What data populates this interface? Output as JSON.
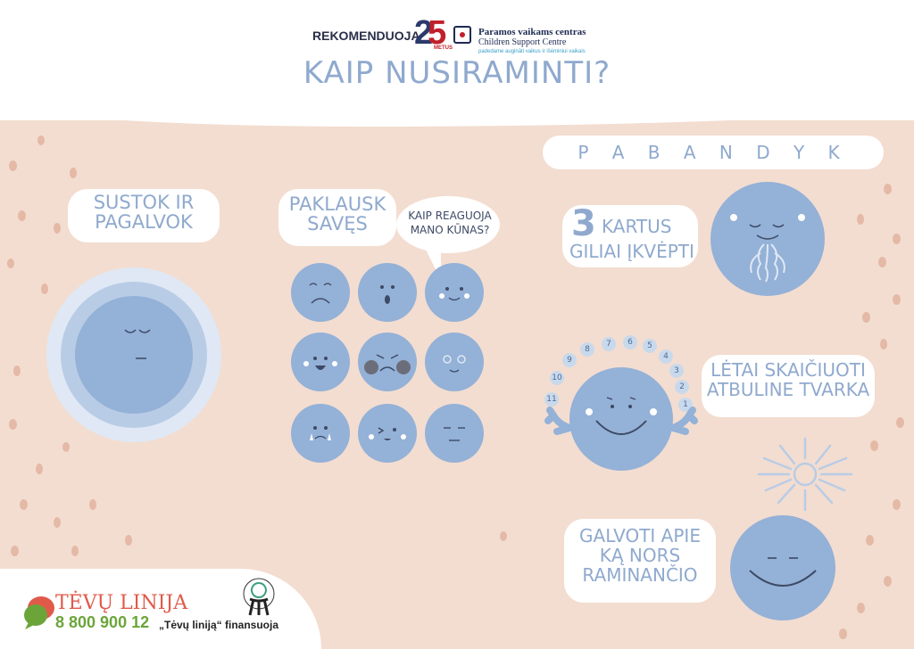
{
  "header": {
    "recommend": "REKOMENDUOJA",
    "logo_number": "25",
    "logo_metus": "METUS",
    "org_name_lt": "Paramos vaikams centras",
    "org_name_en": "Children Support Centre",
    "org_tagline": "padedame augināti vaikus ir išėminiui vaikais",
    "title": "KAIP NUSIRAMINTI?"
  },
  "left": {
    "stop_label": "SUSTOK IR\nPAGALVOK"
  },
  "middle": {
    "ask_label": "PAKLAUSK\nSAVĘS",
    "speech": "KAIP REAGUOJA\nMANO KŪNAS?"
  },
  "right": {
    "try_header": "P A B A N D Y K",
    "breath_number": "3",
    "breath_label_a": "KARTUS",
    "breath_label_b": "GILIAI ĮKVĖPTI",
    "count_label": "LĖTAI SKAIČIUOTI\nATBULINE TVARKA",
    "count_numbers": [
      "11",
      "10",
      "9",
      "8",
      "7",
      "6",
      "5",
      "4",
      "3",
      "2",
      "1"
    ],
    "think_label": "GALVOTI APIE\nKĄ NORS\nRAMINANČIO"
  },
  "footer": {
    "brand": "TĖVŲ LINIJA",
    "phone": "8 800 900 12",
    "funded": "„Tėvų liniją“ finansuoja"
  },
  "colors": {
    "background": "#f3ddd0",
    "face": "#94b1d7",
    "text_blue": "#8fa9ce"
  }
}
